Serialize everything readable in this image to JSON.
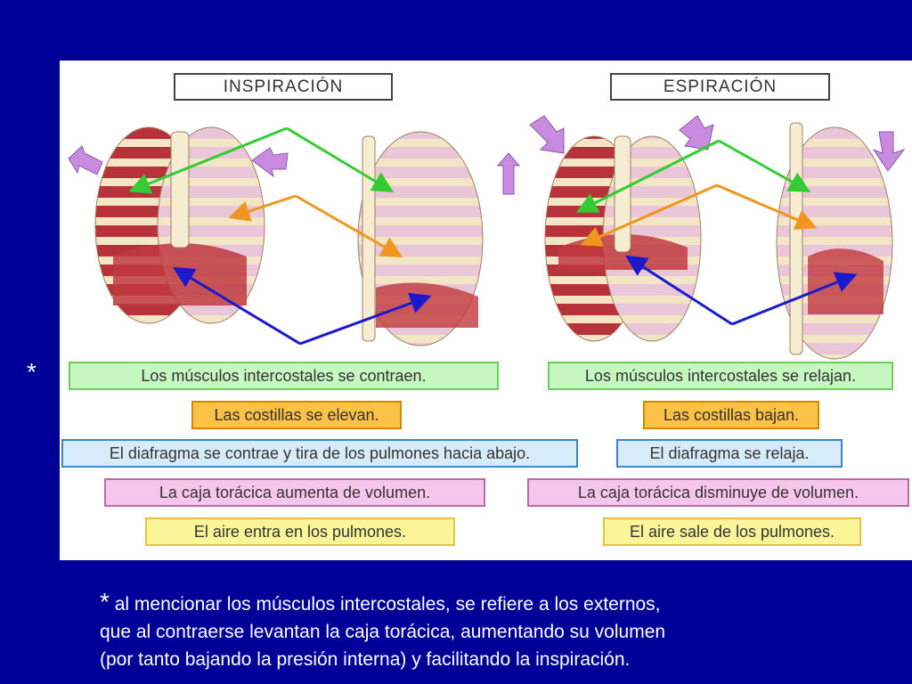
{
  "inspiracion": {
    "title": "INSPIRACIÓN",
    "labels": {
      "muscles": "Los músculos intercostales se contraen.",
      "ribs": "Las costillas se elevan.",
      "diaphragm": "El diafragma se contrae y tira de los pulmones hacia abajo.",
      "volume": "La caja torácica aumenta de volumen.",
      "air": "El aire entra en los pulmones."
    }
  },
  "espiracion": {
    "title": "ESPIRACIÓN",
    "labels": {
      "muscles": "Los músculos intercostales se relajan.",
      "ribs": "Las costillas bajan.",
      "diaphragm": "El diafragma se relaja.",
      "volume": "La caja torácica disminuye de volumen.",
      "air": "El aire sale de los pulmones."
    }
  },
  "marker": "*",
  "footnote": {
    "star": "*",
    "line1": " al mencionar los músculos intercostales, se refiere a los externos,",
    "line2": "que al contraerse  levantan la caja torácica, aumentando su volumen",
    "line3": "(por tanto bajando la presión interna) y facilitando la inspiración."
  },
  "colors": {
    "background": "#000099",
    "arrow_green": "#33cc33",
    "arrow_orange": "#f0961e",
    "arrow_blue": "#1a1acc",
    "motion_arrow": "#c98be0"
  }
}
